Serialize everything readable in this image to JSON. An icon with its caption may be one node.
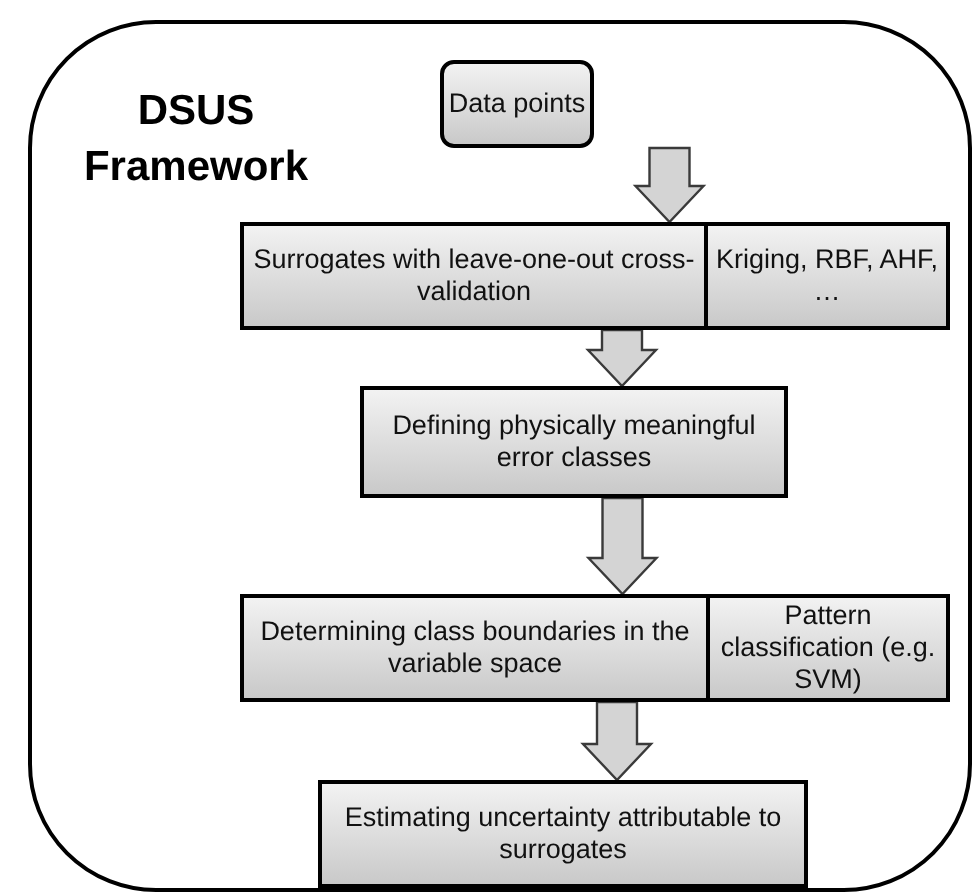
{
  "diagram": {
    "nodes": [
      {
        "text": [
          "DSUS Framework"
        ]
      },
      {
        "text": [
          "Data points"
        ],
        "in": 0
      },
      {
        "text": [
          "Surrogates with leave-one-out cross-validation"
        ],
        "in": 0
      },
      {
        "text": [
          "Kriging, RBF, AHF, …"
        ],
        "in": 0
      },
      {
        "text": [
          "Defining physically meaningful error classes"
        ],
        "in": 0
      },
      {
        "text": [
          "Determining class boundaries in the variable space"
        ],
        "in": 0
      },
      {
        "text": [
          "Pattern classification (e.g. SVM)"
        ],
        "in": 0
      },
      {
        "text": [
          "Estimating uncertainty attributable to surrogates"
        ],
        "in": 0
      }
    ],
    "edges": [
      {
        "from": 1,
        "to": 2,
        "arrow": "to"
      },
      {
        "from": 2,
        "to": 4,
        "arrow": "to"
      },
      {
        "from": 4,
        "to": 5,
        "arrow": "to"
      },
      {
        "from": 5,
        "to": 7,
        "arrow": "to"
      }
    ]
  }
}
